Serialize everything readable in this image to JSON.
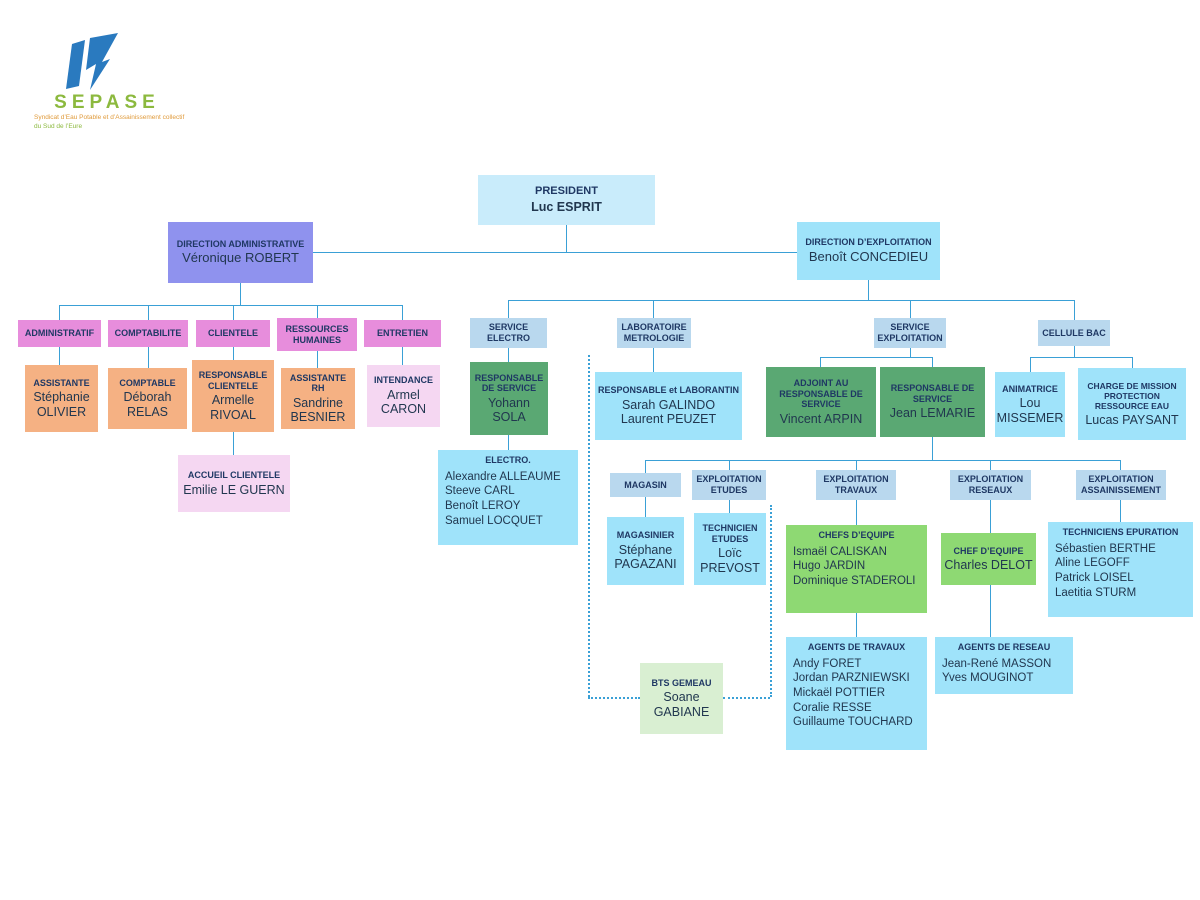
{
  "logo": {
    "brand": "SEPASE",
    "subtitle1": "Syndicat d’Eau Potable et d’Assainissement collectif",
    "subtitle2": "du Sud de l’Eure"
  },
  "palette": {
    "connector": "#3aa0d6",
    "president": "#c9ecfb",
    "direction_admin": "#8f92ee",
    "content_blue": "#9fe3fa",
    "header_blue": "#b9d8ee",
    "header_pink": "#e78ddc",
    "person_orange": "#f5b183",
    "person_pink": "#f5d7f2",
    "manager_green": "#5aa873",
    "chief_green": "#8ed973",
    "intern_green": "#d9efd2",
    "title_text": "#1f3864"
  },
  "boxes": {
    "president": {
      "title": "PRESIDENT",
      "name": "Luc ESPRIT"
    },
    "direction_administrative": {
      "title": "DIRECTION ADMINISTRATIVE",
      "name": "Véronique ROBERT"
    },
    "direction_exploitation": {
      "title": "DIRECTION D’EXPLOITATION",
      "name": "Benoît CONCEDIEU"
    },
    "administratif": {
      "title": "ADMINISTRATIF"
    },
    "comptabilite": {
      "title": "COMPTABILITE"
    },
    "clientele": {
      "title": "CLIENTELE"
    },
    "ressources_humaines": {
      "title": "RESSOURCES HUMAINES"
    },
    "entretien": {
      "title": "ENTRETIEN"
    },
    "assistante": {
      "title": "ASSISTANTE",
      "name": "Stéphanie OLIVIER"
    },
    "comptable": {
      "title": "COMPTABLE",
      "name": "Déborah RELAS"
    },
    "responsable_clientele": {
      "title": "RESPONSABLE CLIENTELE",
      "name": "Armelle RIVOAL"
    },
    "assistante_rh": {
      "title": "ASSISTANTE RH",
      "name": "Sandrine BESNIER"
    },
    "intendance": {
      "title": "INTENDANCE",
      "name": "Armel CARON"
    },
    "accueil_clientele": {
      "title": "ACCUEIL CLIENTELE",
      "name": "Emilie LE GUERN"
    },
    "service_electro": {
      "title": "SERVICE ELECTRO"
    },
    "laboratoire_metrologie": {
      "title": "LABORATOIRE METROLOGIE"
    },
    "service_exploitation": {
      "title": "SERVICE EXPLOITATION"
    },
    "cellule_bac": {
      "title": "CELLULE BAC"
    },
    "responsable_service_electro": {
      "title": "RESPONSABLE DE SERVICE",
      "name": "Yohann SOLA"
    },
    "electro_team": {
      "title": "ELECTRO.",
      "names": [
        "Alexandre ALLEAUME",
        "Steeve CARL",
        "Benoît LEROY",
        "Samuel LOCQUET"
      ]
    },
    "laborantins": {
      "title": "RESPONSABLE et LABORANTIN",
      "names": [
        "Sarah GALINDO",
        "Laurent PEUZET"
      ]
    },
    "adjoint_responsable": {
      "title": "ADJOINT AU RESPONSABLE DE SERVICE",
      "name": "Vincent ARPIN"
    },
    "responsable_service_exploitation": {
      "title": "RESPONSABLE DE SERVICE",
      "name": "Jean LEMARIE"
    },
    "animatrice": {
      "title": "ANIMATRICE",
      "name": "Lou MISSEMER"
    },
    "charge_mission": {
      "title": "CHARGE DE MISSION PROTECTION RESSOURCE EAU",
      "name": "Lucas PAYSANT"
    },
    "magasin": {
      "title": "MAGASIN"
    },
    "exploitation_etudes": {
      "title": "EXPLOITATION ETUDES"
    },
    "exploitation_travaux": {
      "title": "EXPLOITATION TRAVAUX"
    },
    "exploitation_reseaux": {
      "title": "EXPLOITATION RESEAUX"
    },
    "exploitation_assainissement": {
      "title": "EXPLOITATION ASSAINISSEMENT"
    },
    "magasinier": {
      "title": "MAGASINIER",
      "name": "Stéphane PAGAZANI"
    },
    "technicien_etudes": {
      "title": "TECHNICIEN ETUDES",
      "name": "Loïc PREVOST"
    },
    "chefs_equipe": {
      "title": "CHEFS  D’EQUIPE",
      "names": [
        "Ismaël CALISKAN",
        "Hugo JARDIN",
        "Dominique STADEROLI"
      ]
    },
    "agents_travaux": {
      "title": "AGENTS DE TRAVAUX",
      "names": [
        "Andy FORET",
        "Jordan PARZNIEWSKI",
        "Mickaël POTTIER",
        "Coralie RESSE",
        "Guillaume TOUCHARD"
      ]
    },
    "chef_equipe_reseaux": {
      "title": "CHEF D’EQUIPE",
      "name": "Charles DELOT"
    },
    "agents_reseau": {
      "title": "AGENTS DE RESEAU",
      "names": [
        "Jean-René MASSON",
        "Yves MOUGINOT"
      ]
    },
    "techniciens_epuration": {
      "title": "TECHNICIENS  EPURATION",
      "names": [
        "Sébastien BERTHE",
        "Aline LEGOFF",
        "Patrick LOISEL",
        "Laetitia STURM"
      ]
    },
    "bts_gemeau": {
      "title": "BTS GEMEAU",
      "name": "Soane GABIANE"
    }
  }
}
